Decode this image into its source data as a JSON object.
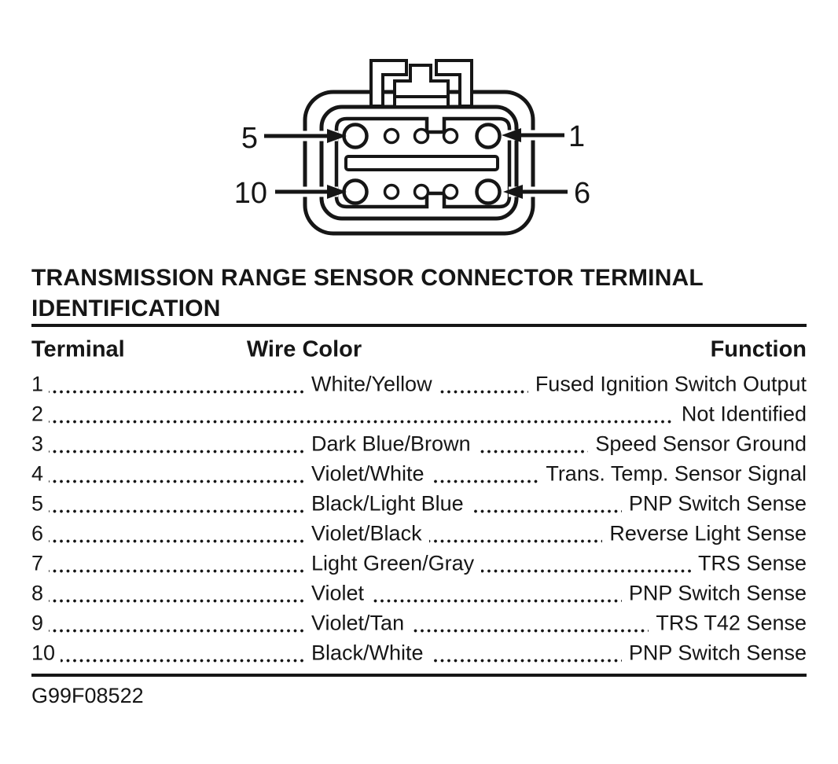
{
  "page": {
    "background": "#ffffff",
    "ink_color": "#161616"
  },
  "diagram": {
    "description": "10-pin transmission range sensor connector, front view, with latch tab on top",
    "pin_labels": {
      "top_left": "5",
      "top_right": "1",
      "bottom_left": "10",
      "bottom_right": "6"
    }
  },
  "title": "TRANSMISSION RANGE SENSOR CONNECTOR TERMINAL IDENTIFICATION",
  "table": {
    "headers": {
      "terminal": "Terminal",
      "wire_color": "Wire Color",
      "function": "Function"
    },
    "rows": [
      {
        "terminal": "1",
        "wire_color": "White/Yellow",
        "function": "Fused Ignition Switch Output"
      },
      {
        "terminal": "2",
        "wire_color": "",
        "function": "Not Identified"
      },
      {
        "terminal": "3",
        "wire_color": "Dark Blue/Brown",
        "function": "Speed Sensor Ground"
      },
      {
        "terminal": "4",
        "wire_color": "Violet/White",
        "function": "Trans. Temp. Sensor Signal"
      },
      {
        "terminal": "5",
        "wire_color": "Black/Light Blue",
        "function": "PNP Switch Sense"
      },
      {
        "terminal": "6",
        "wire_color": "Violet/Black",
        "function": "Reverse Light Sense"
      },
      {
        "terminal": "7",
        "wire_color": "Light Green/Gray",
        "function": "TRS Sense"
      },
      {
        "terminal": "8",
        "wire_color": "Violet",
        "function": "PNP Switch Sense"
      },
      {
        "terminal": "9",
        "wire_color": "Violet/Tan",
        "function": "TRS T42 Sense"
      },
      {
        "terminal": "10",
        "wire_color": "Black/White",
        "function": "PNP Switch Sense"
      }
    ]
  },
  "footer": {
    "figure_id": "G99F08522"
  }
}
